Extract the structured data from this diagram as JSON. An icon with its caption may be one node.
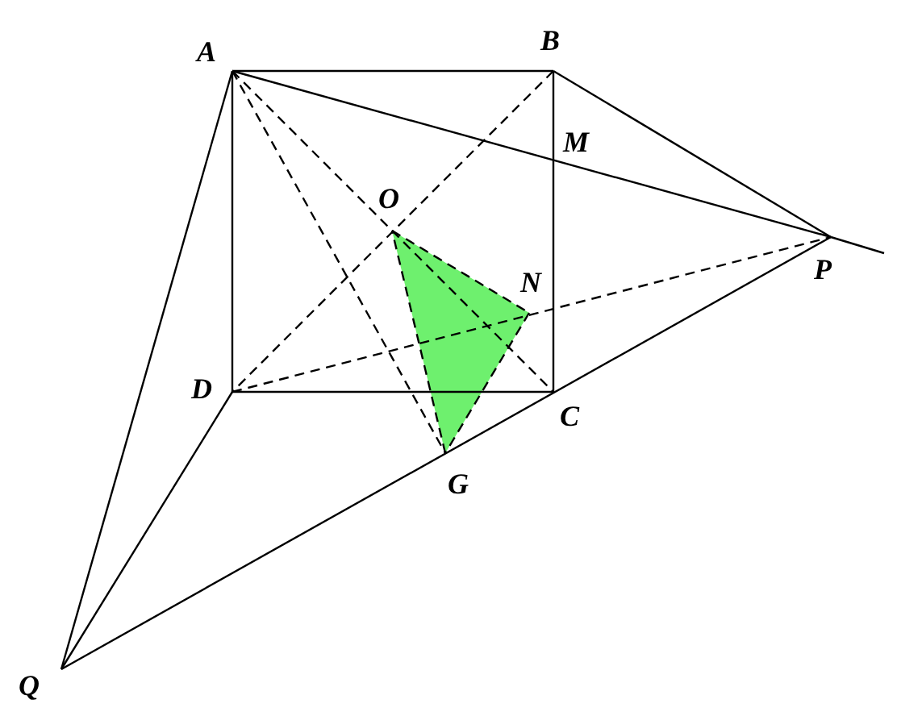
{
  "diagram": {
    "nodes": [
      {
        "text": [
          "A"
        ]
      },
      {
        "text": [
          "B"
        ]
      },
      {
        "text": [
          "M"
        ]
      },
      {
        "text": [
          "O"
        ]
      },
      {
        "text": [
          "N"
        ]
      },
      {
        "text": [
          "D"
        ]
      },
      {
        "text": [
          "C"
        ]
      },
      {
        "text": [
          "G"
        ]
      },
      {
        "text": [
          "P"
        ]
      },
      {
        "text": [
          "Q"
        ]
      }
    ],
    "edges": [
      {
        "from": 0,
        "to": 1,
        "arrow": "none"
      },
      {
        "from": 1,
        "to": 6,
        "arrow": "none"
      },
      {
        "from": 6,
        "to": 5,
        "arrow": "none"
      },
      {
        "from": 5,
        "to": 0,
        "arrow": "none"
      },
      {
        "from": 0,
        "to": 9,
        "arrow": "none"
      },
      {
        "from": 5,
        "to": 9,
        "arrow": "none"
      },
      {
        "from": 9,
        "to": 8,
        "arrow": "none"
      },
      {
        "from": 0,
        "to": 8,
        "arrow": "none"
      },
      {
        "from": 8,
        "to": null,
        "arrow": "none"
      },
      {
        "from": 1,
        "to": 8,
        "arrow": "none"
      },
      {
        "from": 0,
        "to": 6,
        "arrow": "none",
        "style": "dashed"
      },
      {
        "from": 1,
        "to": 5,
        "arrow": "none",
        "style": "dashed"
      },
      {
        "from": 0,
        "to": 7,
        "arrow": "none",
        "style": "dashed"
      },
      {
        "from": 5,
        "to": 8,
        "arrow": "none",
        "style": "dashed"
      },
      {
        "from": 3,
        "to": 4,
        "arrow": "none",
        "style": "dashed"
      },
      {
        "from": 4,
        "to": 7,
        "arrow": "none",
        "style": "dashed"
      },
      {
        "from": 7,
        "to": 3,
        "arrow": "none",
        "style": "dashed"
      }
    ]
  }
}
